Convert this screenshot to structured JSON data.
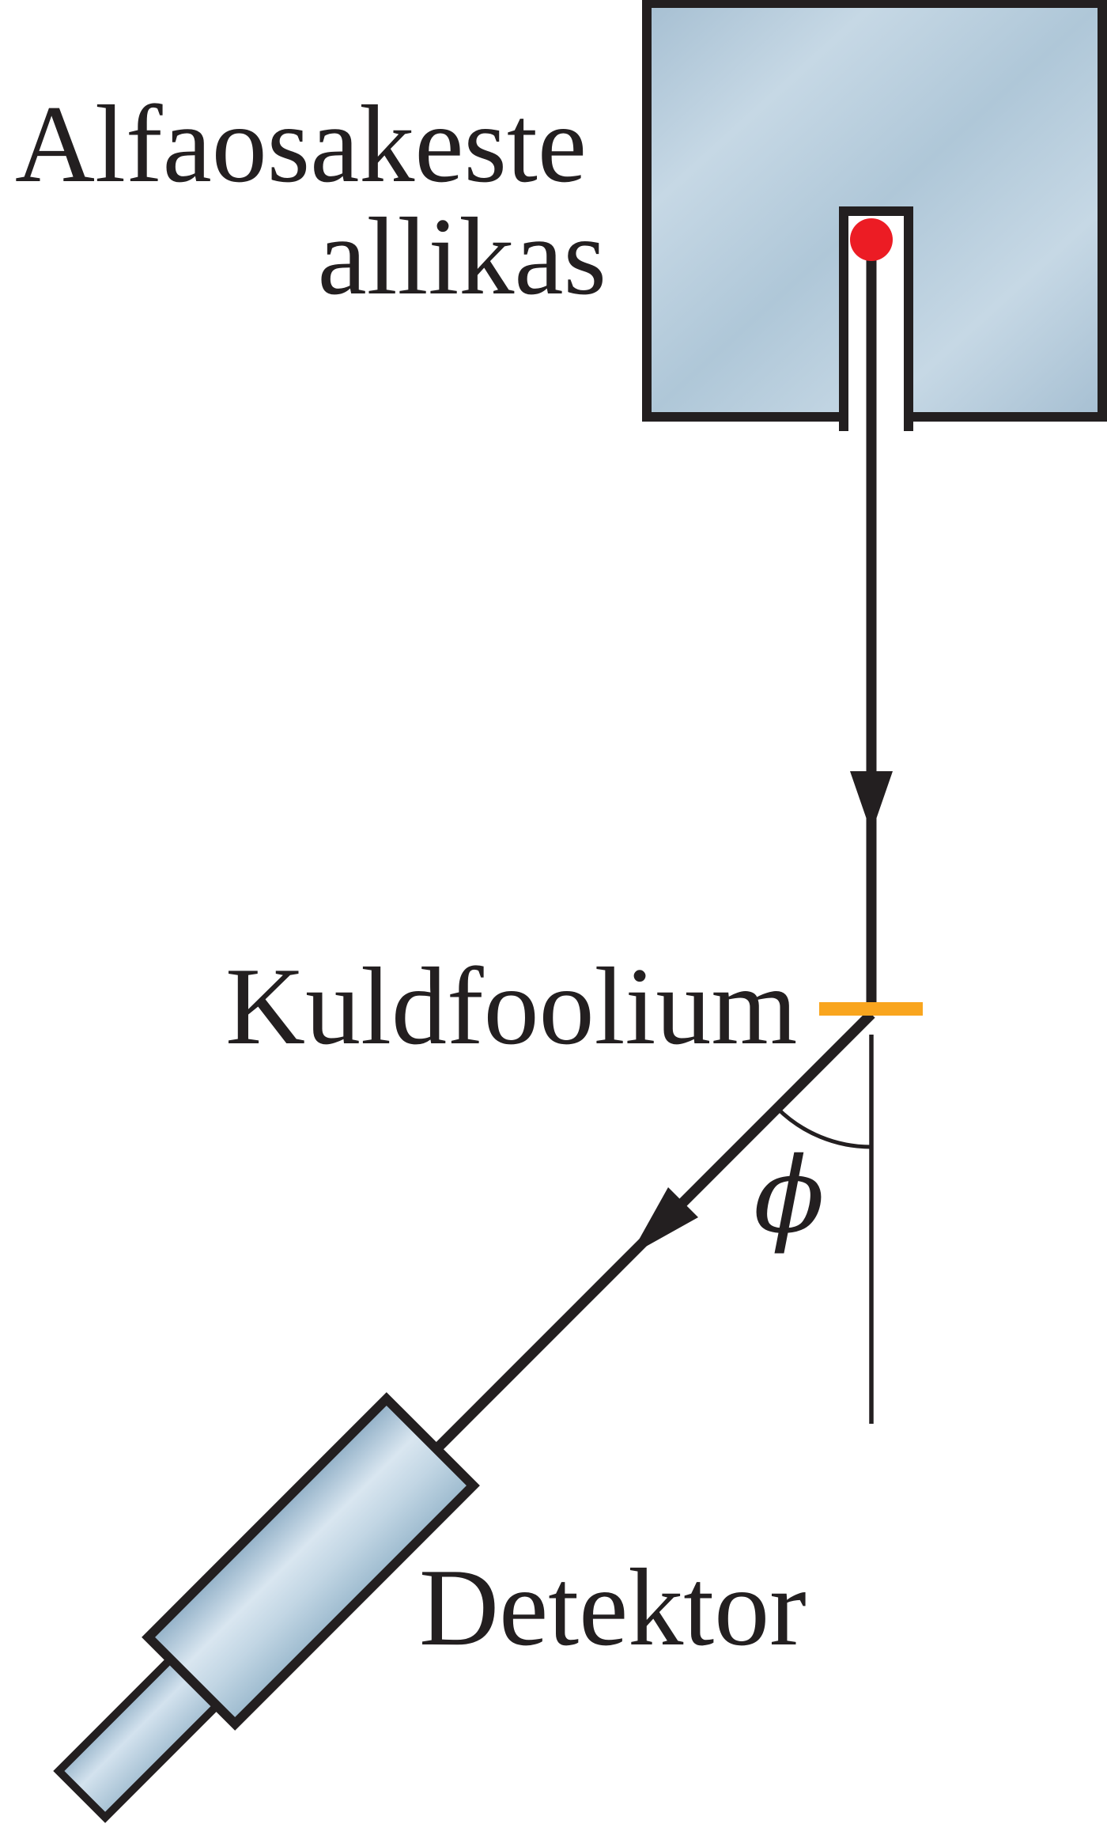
{
  "diagram": {
    "title": "Rutherford scattering experiment schematic",
    "labels": {
      "source_line1": "Alfaosakeste",
      "source_line2": "allikas",
      "foil": "Kuldfoolium",
      "detector": "Detektor",
      "angle": "ϕ"
    },
    "colors": {
      "ink": "#231F20",
      "background": "#FFFFFF",
      "foil": "#F9A51E",
      "particle_dot": "#EC1C24",
      "box_shade_a": "#A6BFD2",
      "box_shade_b": "#C6D8E5",
      "box_shade_c": "#AFC7D8",
      "detector_edge_dark": "#8FAEC6",
      "detector_highlight": "#D9E6F0",
      "detector_mid": "#C2D6E4",
      "detector_edge_low": "#9CBACE",
      "neck_edge": "#9AB6CB",
      "neck_highlight": "#D3E2EE",
      "neck_low": "#A4BFD2"
    }
  }
}
